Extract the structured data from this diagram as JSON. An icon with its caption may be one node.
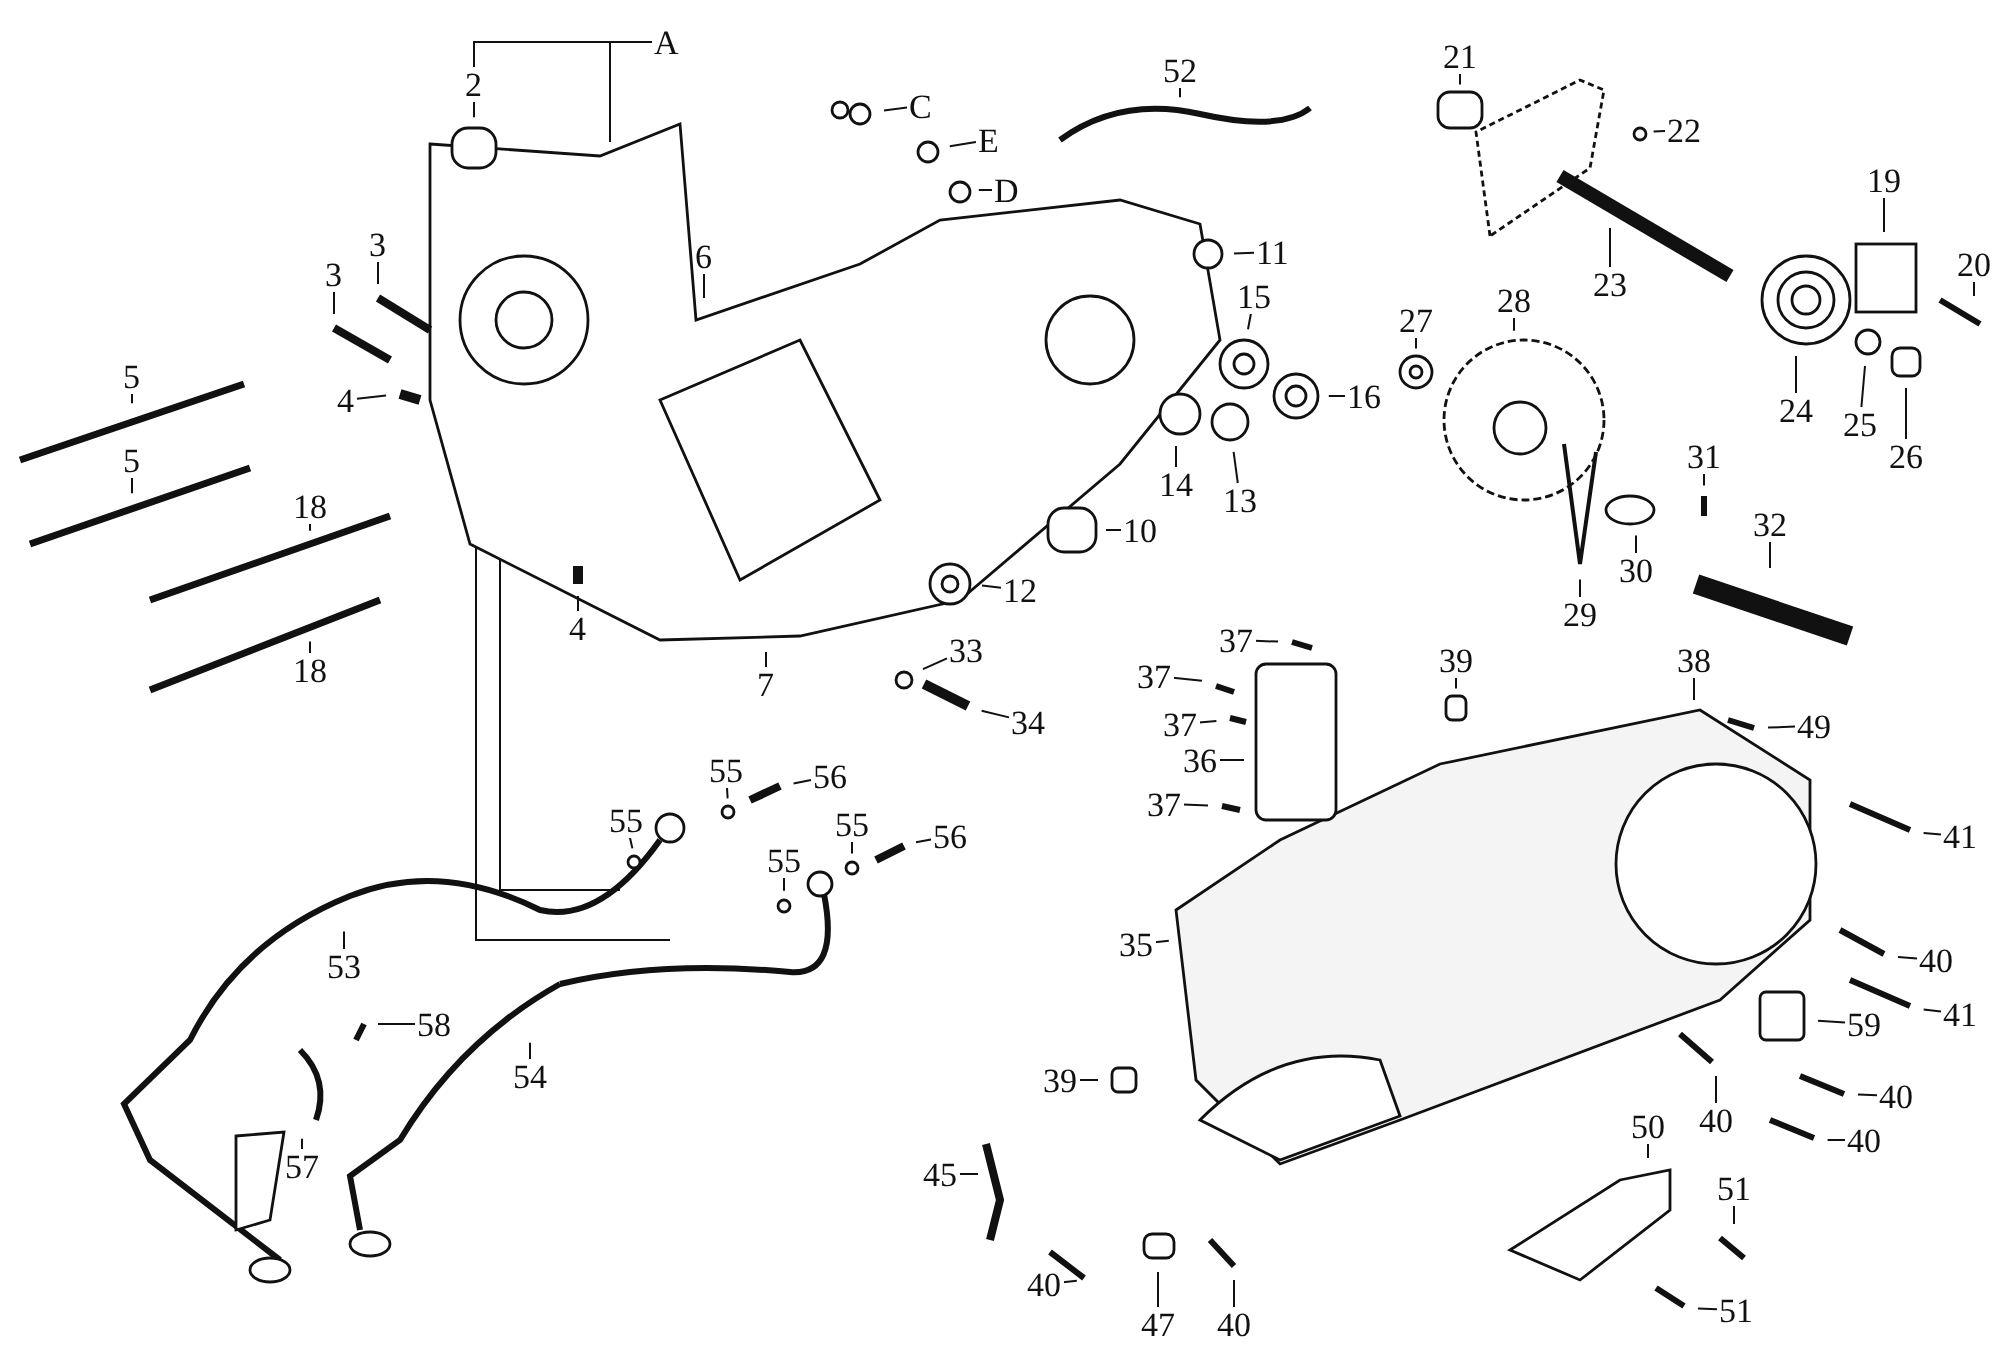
{
  "diagram": {
    "nodes": [
      {
        "text": [
          "A"
        ]
      },
      {
        "text": [
          "2"
        ]
      },
      {
        "text": [
          "C"
        ]
      },
      {
        "text": [
          "52"
        ]
      },
      {
        "text": [
          "21"
        ]
      },
      {
        "text": [
          "E"
        ]
      },
      {
        "text": [
          "22"
        ]
      },
      {
        "text": [
          "19"
        ]
      },
      {
        "text": [
          "D"
        ]
      },
      {
        "text": [
          "3"
        ]
      },
      {
        "text": [
          "6"
        ]
      },
      {
        "text": [
          "11"
        ]
      },
      {
        "text": [
          "3"
        ]
      },
      {
        "text": [
          "23"
        ]
      },
      {
        "text": [
          "20"
        ]
      },
      {
        "text": [
          "28"
        ]
      },
      {
        "text": [
          "15"
        ]
      },
      {
        "text": [
          "27"
        ]
      },
      {
        "text": [
          "5"
        ]
      },
      {
        "text": [
          "4"
        ]
      },
      {
        "text": [
          "16"
        ]
      },
      {
        "text": [
          "24"
        ]
      },
      {
        "text": [
          "25"
        ]
      },
      {
        "text": [
          "26"
        ]
      },
      {
        "text": [
          "31"
        ]
      },
      {
        "text": [
          "5"
        ]
      },
      {
        "text": [
          "14"
        ]
      },
      {
        "text": [
          "13"
        ]
      },
      {
        "text": [
          "18"
        ]
      },
      {
        "text": [
          "32"
        ]
      },
      {
        "text": [
          "10"
        ]
      },
      {
        "text": [
          "30"
        ]
      },
      {
        "text": [
          "12"
        ]
      },
      {
        "text": [
          "29"
        ]
      },
      {
        "text": [
          "4"
        ]
      },
      {
        "text": [
          "37"
        ]
      },
      {
        "text": [
          "7"
        ]
      },
      {
        "text": [
          "33"
        ]
      },
      {
        "text": [
          "39"
        ]
      },
      {
        "text": [
          "38"
        ]
      },
      {
        "text": [
          "18"
        ]
      },
      {
        "text": [
          "37"
        ]
      },
      {
        "text": [
          "37"
        ]
      },
      {
        "text": [
          "34"
        ]
      },
      {
        "text": [
          "49"
        ]
      },
      {
        "text": [
          "36"
        ]
      },
      {
        "text": [
          "55"
        ]
      },
      {
        "text": [
          "56"
        ]
      },
      {
        "text": [
          "37"
        ]
      },
      {
        "text": [
          "55"
        ]
      },
      {
        "text": [
          "55"
        ]
      },
      {
        "text": [
          "56"
        ]
      },
      {
        "text": [
          "41"
        ]
      },
      {
        "text": [
          "55"
        ]
      },
      {
        "text": [
          "35"
        ]
      },
      {
        "text": [
          "53"
        ]
      },
      {
        "text": [
          "40"
        ]
      },
      {
        "text": [
          "41"
        ]
      },
      {
        "text": [
          "59"
        ]
      },
      {
        "text": [
          "58"
        ]
      },
      {
        "text": [
          "54"
        ]
      },
      {
        "text": [
          "39"
        ]
      },
      {
        "text": [
          "40"
        ]
      },
      {
        "text": [
          "40"
        ]
      },
      {
        "text": [
          "40"
        ]
      },
      {
        "text": [
          "57"
        ]
      },
      {
        "text": [
          "45"
        ]
      },
      {
        "text": [
          "50"
        ]
      },
      {
        "text": [
          "51"
        ]
      },
      {
        "text": [
          "40"
        ]
      },
      {
        "text": [
          "51"
        ]
      },
      {
        "text": [
          "47"
        ]
      },
      {
        "text": [
          "40"
        ]
      }
    ],
    "edges": [
      {
        "from": 0,
        "to": 1,
        "arrow": "none"
      },
      {
        "from": 1,
        "to": null,
        "arrow": "none"
      },
      {
        "from": 2,
        "to": null,
        "arrow": "none"
      },
      {
        "from": 3,
        "to": null,
        "arrow": "none"
      },
      {
        "from": 4,
        "to": null,
        "arrow": "none"
      },
      {
        "from": 5,
        "to": null,
        "arrow": "none"
      },
      {
        "from": 6,
        "to": null,
        "arrow": "none"
      },
      {
        "from": 7,
        "to": null,
        "arrow": "none"
      },
      {
        "from": 8,
        "to": null,
        "arrow": "none"
      },
      {
        "from": 9,
        "to": null,
        "arrow": "none"
      },
      {
        "from": 10,
        "to": null,
        "arrow": "none"
      },
      {
        "from": 11,
        "to": null,
        "arrow": "none"
      },
      {
        "from": 12,
        "to": null,
        "arrow": "none"
      },
      {
        "from": 13,
        "to": null,
        "arrow": "none"
      },
      {
        "from": 14,
        "to": null,
        "arrow": "none"
      },
      {
        "from": 15,
        "to": null,
        "arrow": "none"
      },
      {
        "from": 16,
        "to": null,
        "arrow": "none"
      },
      {
        "from": 17,
        "to": null,
        "arrow": "none"
      },
      {
        "from": 18,
        "to": null,
        "arrow": "none"
      },
      {
        "from": 19,
        "to": null,
        "arrow": "none"
      },
      {
        "from": 20,
        "to": null,
        "arrow": "none"
      },
      {
        "from": 21,
        "to": null,
        "arrow": "none"
      },
      {
        "from": 22,
        "to": null,
        "arrow": "none"
      },
      {
        "from": 23,
        "to": null,
        "arrow": "none"
      },
      {
        "from": 24,
        "to": null,
        "arrow": "none"
      },
      {
        "from": 25,
        "to": null,
        "arrow": "none"
      },
      {
        "from": 26,
        "to": null,
        "arrow": "none"
      },
      {
        "from": 27,
        "to": null,
        "arrow": "none"
      },
      {
        "from": 28,
        "to": null,
        "arrow": "none"
      },
      {
        "from": 29,
        "to": null,
        "arrow": "none"
      },
      {
        "from": 30,
        "to": null,
        "arrow": "none"
      },
      {
        "from": 31,
        "to": null,
        "arrow": "none"
      },
      {
        "from": 32,
        "to": null,
        "arrow": "none"
      },
      {
        "from": 33,
        "to": null,
        "arrow": "none"
      },
      {
        "from": 34,
        "to": null,
        "arrow": "none"
      },
      {
        "from": 35,
        "to": null,
        "arrow": "none"
      },
      {
        "from": 36,
        "to": null,
        "arrow": "none"
      },
      {
        "from": 37,
        "to": null,
        "arrow": "none"
      },
      {
        "from": 38,
        "to": null,
        "arrow": "none"
      },
      {
        "from": 39,
        "to": null,
        "arrow": "none"
      },
      {
        "from": 40,
        "to": null,
        "arrow": "none"
      },
      {
        "from": 41,
        "to": null,
        "arrow": "none"
      },
      {
        "from": 42,
        "to": null,
        "arrow": "none"
      },
      {
        "from": 43,
        "to": null,
        "arrow": "none"
      },
      {
        "from": 44,
        "to": null,
        "arrow": "none"
      },
      {
        "from": 45,
        "to": null,
        "arrow": "none"
      },
      {
        "from": 46,
        "to": null,
        "arrow": "none"
      },
      {
        "from": 47,
        "to": null,
        "arrow": "none"
      },
      {
        "from": 48,
        "to": null,
        "arrow": "none"
      },
      {
        "from": 49,
        "to": null,
        "arrow": "none"
      },
      {
        "from": 50,
        "to": null,
        "arrow": "none"
      },
      {
        "from": 51,
        "to": null,
        "arrow": "none"
      },
      {
        "from": 52,
        "to": null,
        "arrow": "none"
      },
      {
        "from": 53,
        "to": null,
        "arrow": "none"
      },
      {
        "from": 54,
        "to": null,
        "arrow": "none"
      },
      {
        "from": 55,
        "to": null,
        "arrow": "none"
      },
      {
        "from": 56,
        "to": null,
        "arrow": "none"
      },
      {
        "from": 57,
        "to": null,
        "arrow": "none"
      },
      {
        "from": 58,
        "to": null,
        "arrow": "none"
      },
      {
        "from": 59,
        "to": null,
        "arrow": "none"
      },
      {
        "from": 60,
        "to": null,
        "arrow": "none"
      },
      {
        "from": 61,
        "to": null,
        "arrow": "none"
      },
      {
        "from": 62,
        "to": null,
        "arrow": "none"
      },
      {
        "from": 63,
        "to": null,
        "arrow": "none"
      },
      {
        "from": 64,
        "to": null,
        "arrow": "none"
      },
      {
        "from": 65,
        "to": null,
        "arrow": "none"
      },
      {
        "from": 66,
        "to": null,
        "arrow": "none"
      },
      {
        "from": 67,
        "to": null,
        "arrow": "none"
      },
      {
        "from": 68,
        "to": null,
        "arrow": "none"
      },
      {
        "from": 69,
        "to": null,
        "arrow": "none"
      },
      {
        "from": 70,
        "to": null,
        "arrow": "none"
      },
      {
        "from": 71,
        "to": null,
        "arrow": "none"
      },
      {
        "from": 72,
        "to": null,
        "arrow": "none"
      },
      {
        "from": 0,
        "to": null,
        "arrow": "none"
      }
    ]
  }
}
